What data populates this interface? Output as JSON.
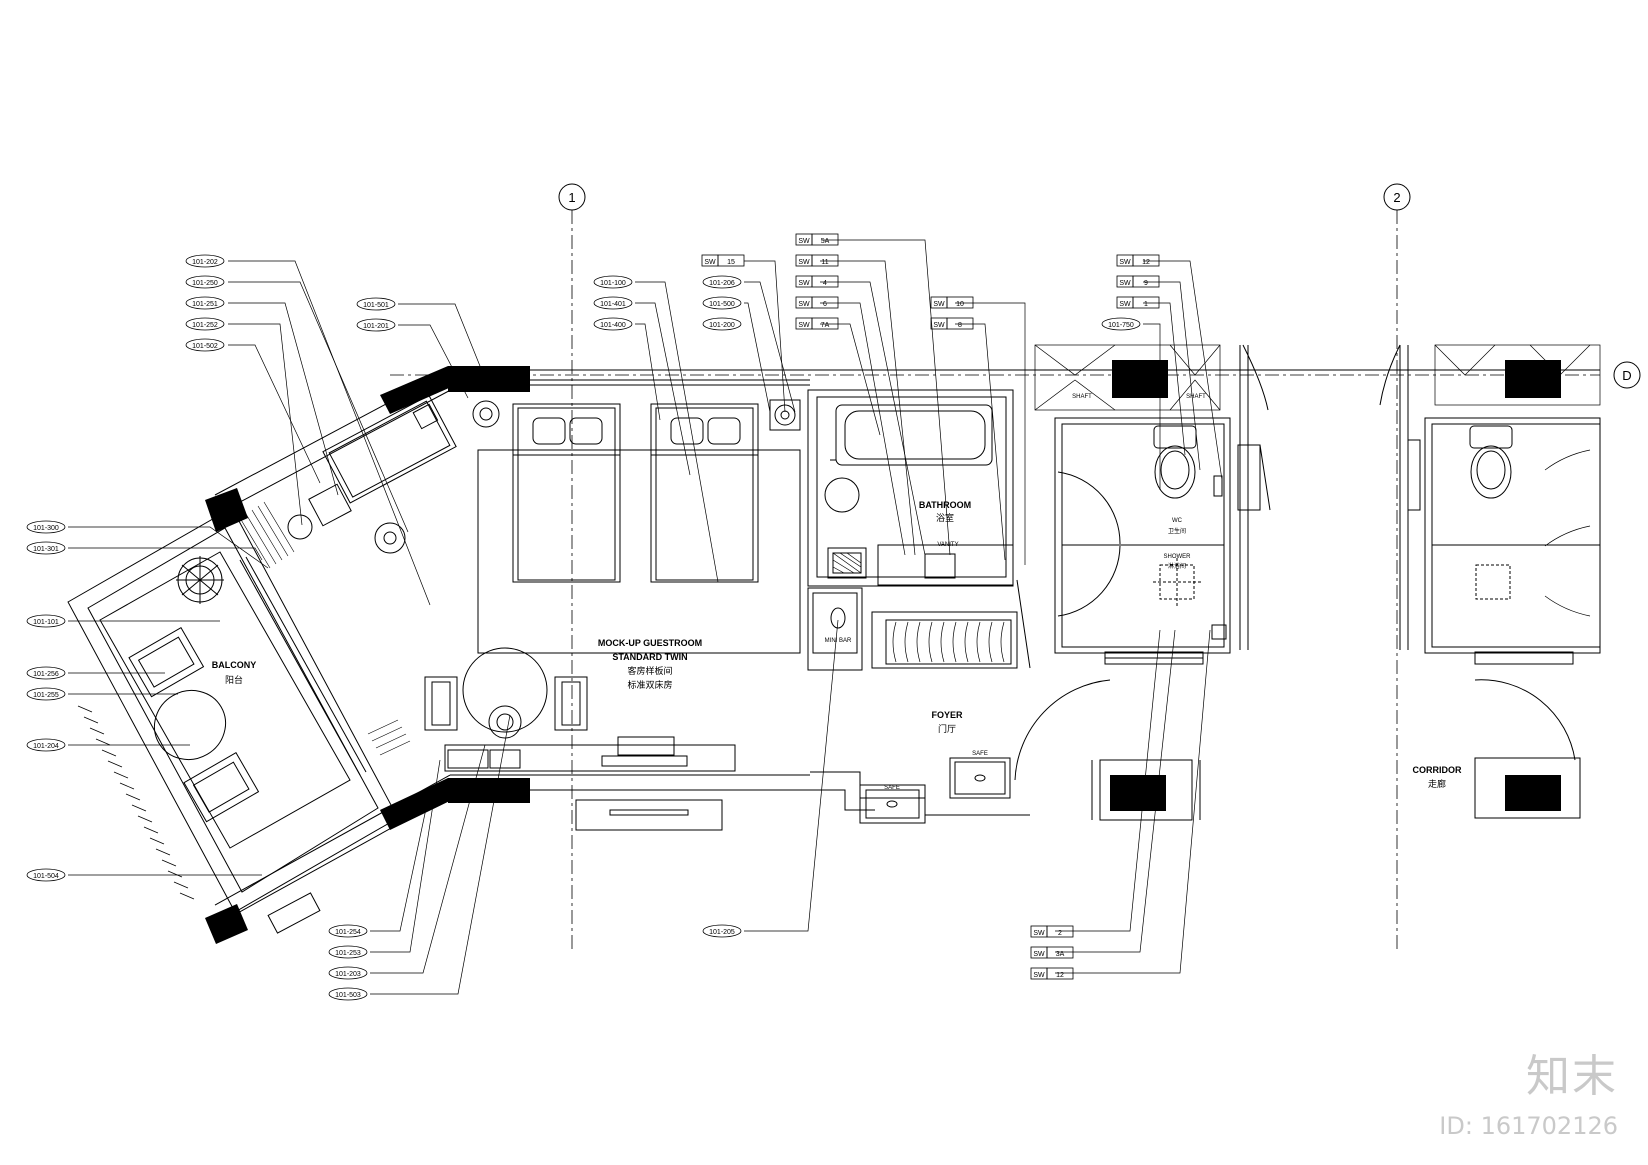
{
  "grid": {
    "g1": "1",
    "g2": "2",
    "gD": "D"
  },
  "rooms": {
    "mockup_en": "MOCK-UP GUESTROOM",
    "twin_en": "STANDARD TWIN",
    "mockup_cn": "客房样板间",
    "twin_cn": "标准双床房",
    "balcony_en": "BALCONY",
    "balcony_cn": "阳台",
    "bathroom_en": "BATHROOM",
    "bathroom_cn": "浴室",
    "foyer_en": "FOYER",
    "foyer_cn": "门厅",
    "wc_en": "WC",
    "wc_cn": "卫生间",
    "shower_en": "SHOWER",
    "shower_cn": "淋浴间",
    "corridor_en": "CORRIDOR",
    "corridor_cn": "走廊",
    "shaft1": "SHAFT",
    "shaft2": "SHAFT",
    "vanity": "VANITY",
    "minibar": "MINI BAR",
    "safe1": "SAFE",
    "safe2": "SAFE"
  },
  "tags_left": [
    "101-202",
    "101-250",
    "101-251",
    "101-252",
    "101-502"
  ],
  "tags_mid_left": [
    "101-501",
    "101-201"
  ],
  "tags_bed": [
    "101-100",
    "101-401",
    "101-400"
  ],
  "tags_center": [
    "101-206",
    "101-500",
    "101-200"
  ],
  "tags_balcony": [
    "101-300",
    "101-301",
    "101-101",
    "101-256",
    "101-255",
    "101-204",
    "101-504"
  ],
  "tags_bottom_left": [
    "101-254",
    "101-253",
    "101-203",
    "101-503"
  ],
  "tag_bottom_mid": "101-205",
  "tag_wc": "101-750",
  "sw_prefix": "SW",
  "sw_center": [
    "15",
    "11",
    "4",
    "6",
    "7A"
  ],
  "sw_top": "5A",
  "sw_bath": [
    "10",
    "8"
  ],
  "sw_wc": [
    "12",
    "9",
    "1"
  ],
  "sw_bottom": [
    "2",
    "3A",
    "12"
  ],
  "watermark": {
    "logo": "知末",
    "id": "ID: 161702126"
  }
}
